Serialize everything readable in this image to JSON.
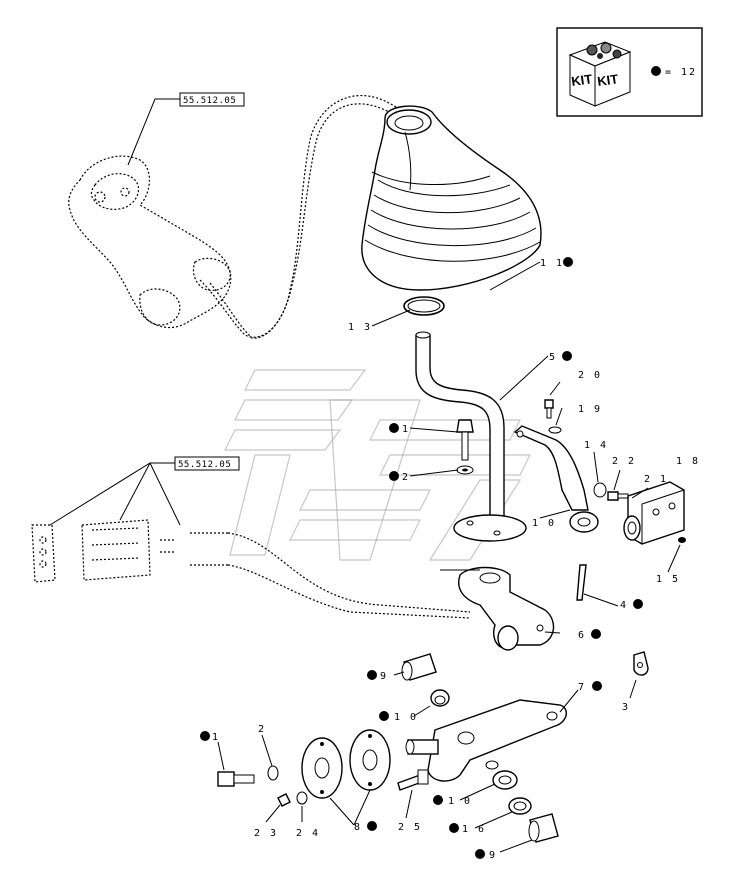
{
  "kit_legend": {
    "kit_word_1": "KIT",
    "kit_word_2": "KIT",
    "text": "= 12"
  },
  "references": [
    {
      "id": "ref-top",
      "text": "55.512.05"
    },
    {
      "id": "ref-mid",
      "text": "55.512.05"
    }
  ],
  "callouts": [
    {
      "id": "c11",
      "text": "1 1",
      "dot": true
    },
    {
      "id": "c13",
      "text": "1 3",
      "dot": false
    },
    {
      "id": "c5",
      "text": "5",
      "dot": true
    },
    {
      "id": "c20",
      "text": "2 0",
      "dot": false
    },
    {
      "id": "c19",
      "text": "1 9",
      "dot": false
    },
    {
      "id": "c1a",
      "text": "1",
      "dot": true
    },
    {
      "id": "c2a",
      "text": "2",
      "dot": true
    },
    {
      "id": "c14",
      "text": "1 4",
      "dot": false
    },
    {
      "id": "c22",
      "text": "2 2",
      "dot": false
    },
    {
      "id": "c21",
      "text": "2 1",
      "dot": false
    },
    {
      "id": "c18",
      "text": "1 8",
      "dot": false
    },
    {
      "id": "c10a",
      "text": "1 0",
      "dot": false
    },
    {
      "id": "c15",
      "text": "1 5",
      "dot": false
    },
    {
      "id": "c4",
      "text": "4",
      "dot": true
    },
    {
      "id": "c6",
      "text": "6",
      "dot": true
    },
    {
      "id": "c9a",
      "text": "9",
      "dot": true
    },
    {
      "id": "c7",
      "text": "7",
      "dot": true
    },
    {
      "id": "c3",
      "text": "3",
      "dot": false
    },
    {
      "id": "c10b",
      "text": "1 0",
      "dot": true
    },
    {
      "id": "c1b",
      "text": "1",
      "dot": true
    },
    {
      "id": "c2b",
      "text": "2",
      "dot": false
    },
    {
      "id": "c23",
      "text": "2 3",
      "dot": false
    },
    {
      "id": "c24",
      "text": "2 4",
      "dot": false
    },
    {
      "id": "c8",
      "text": "8",
      "dot": true
    },
    {
      "id": "c25",
      "text": "2 5",
      "dot": false
    },
    {
      "id": "c10c",
      "text": "1 0",
      "dot": true
    },
    {
      "id": "c16",
      "text": "1 6",
      "dot": true
    },
    {
      "id": "c9b",
      "text": "9",
      "dot": true
    }
  ]
}
